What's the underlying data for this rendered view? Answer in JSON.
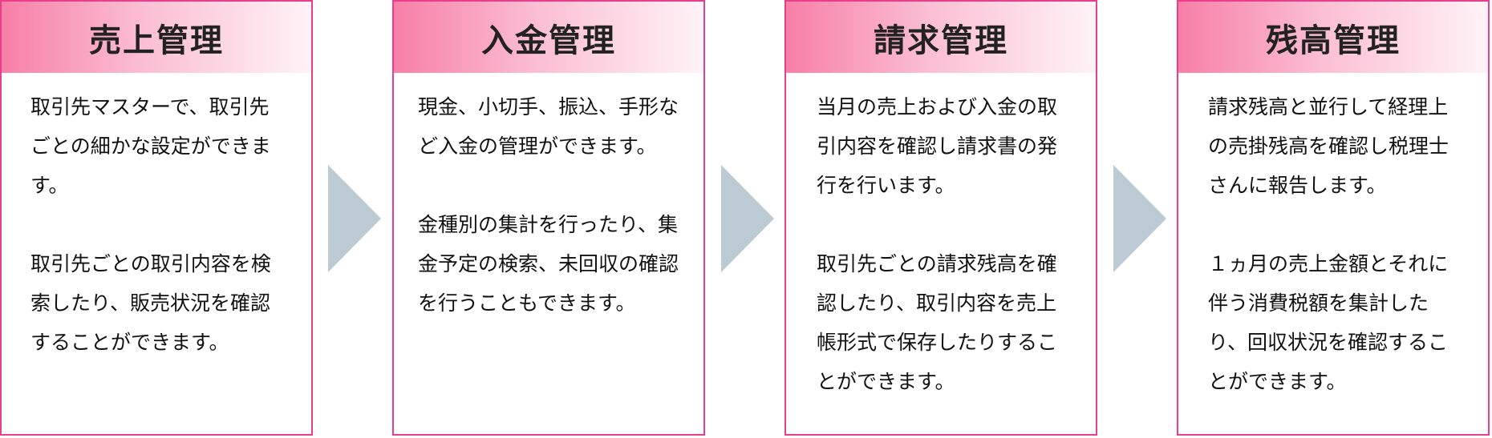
{
  "steps": [
    {
      "title": "売上管理",
      "paragraphs": [
        "取引先マスターで、取引先ごとの細かな設定ができます。",
        "取引先ごとの取引内容を検索したり、販売状況を確認することができます。"
      ]
    },
    {
      "title": "入金管理",
      "paragraphs": [
        "現金、小切手、振込、手形など入金の管理ができます。",
        "金種別の集計を行ったり、集金予定の検索、未回収の確認を行うこともできます。"
      ]
    },
    {
      "title": "請求管理",
      "paragraphs": [
        "当月の売上および入金の取引内容を確認し請求書の発行を行います。",
        "取引先ごとの請求残高を確認したり、取引内容を売上帳形式で保存したりすることができます。"
      ]
    },
    {
      "title": "残高管理",
      "paragraphs": [
        "請求残高と並行して経理上の売掛残高を確認し税理士さんに報告します。",
        "１ヵ月の売上金額とそれに伴う消費税額を集計したり、回収状況を確認することができます。"
      ]
    }
  ],
  "colors": {
    "border": "#e83e8c",
    "header_start": "#f77fa8",
    "header_end": "#fff3f7",
    "arrow": "#bccad3"
  },
  "icons": {
    "flow_arrow": "chevron-right-triangle"
  }
}
